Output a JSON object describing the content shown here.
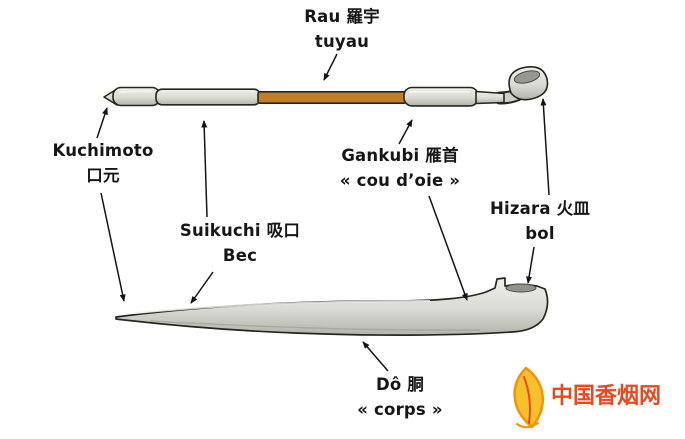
{
  "figure": {
    "title_hint": "kiseru pipe parts diagram",
    "labels": {
      "rau": {
        "line1": "Rau 羅宇",
        "line2": "tuyau"
      },
      "kuchimoto": {
        "line1": "Kuchimoto",
        "line2": "口元"
      },
      "suikuchi": {
        "line1": "Suikuchi 吸口",
        "line2": "Bec"
      },
      "gankubi": {
        "line1": "Gankubi 雁首",
        "line2": "« cou d’oie »"
      },
      "hizara": {
        "line1": "Hizara 火皿",
        "line2": "bol"
      },
      "do": {
        "line1": "Dô 胴",
        "line2": "« corps »"
      }
    }
  },
  "watermark": {
    "text": "中国香烟网",
    "color": "#e8491d"
  },
  "colors": {
    "metal": "#d9dad3",
    "metal_dark": "#b9bbb2",
    "bamboo": "#c17d2c",
    "outline": "#26261f",
    "arrow": "#141414",
    "leaf_yellow": "#f8c12c",
    "leaf_orange": "#f2920d"
  }
}
